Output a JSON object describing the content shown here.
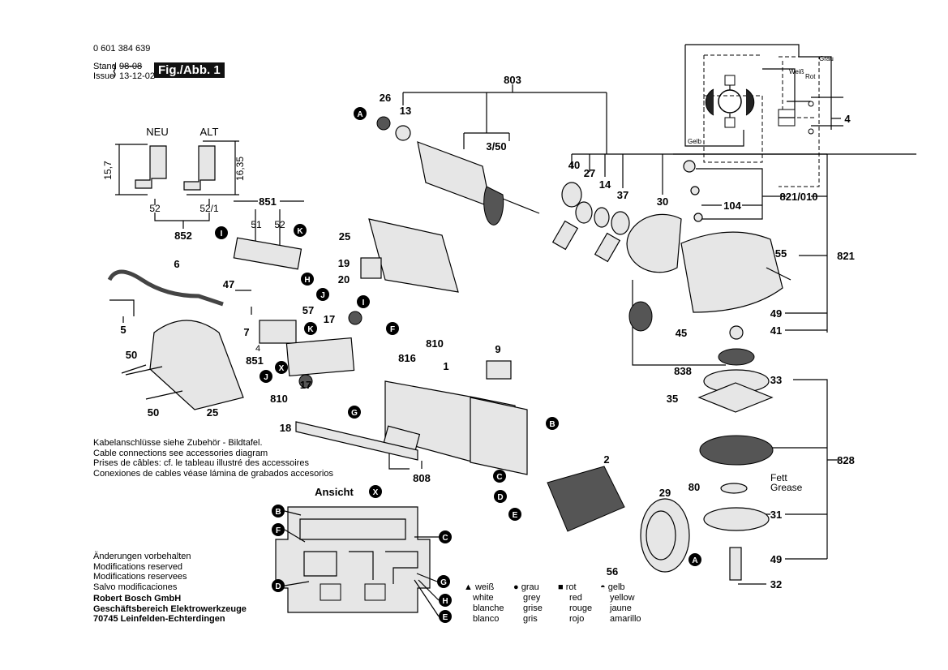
{
  "header": {
    "part_number": "0 601 384 639",
    "stand_label": "Stand",
    "stand_value": "98-08",
    "issue_label": "Issue",
    "issue_value": "13-12-02",
    "figure": "Fig./Abb. 1"
  },
  "inset": {
    "neu": "NEU",
    "alt": "ALT",
    "dim1": "15,7",
    "dim2": "16,35",
    "p52": "52",
    "p52_1": "52/1",
    "p852": "852"
  },
  "wiring": {
    "grau": "Grau",
    "weiss": "Weiß",
    "rot": "Rot",
    "gelb": "Gelb",
    "p4": "4"
  },
  "parts": {
    "p803": "803",
    "p26": "26",
    "p13": "13",
    "p3_50": "3/50",
    "p40": "40",
    "p27": "27",
    "p14": "14",
    "p37": "37",
    "p30": "30",
    "p821_010": "821/010",
    "p104": "104",
    "p821": "821",
    "p55": "55",
    "p49a": "49",
    "p41": "41",
    "p45": "45",
    "p838": "838",
    "p33": "33",
    "p35": "35",
    "p828": "828",
    "p80": "80",
    "p31": "31",
    "p49b": "49",
    "p32": "32",
    "p29": "29",
    "p2": "2",
    "p56": "56",
    "p9": "9",
    "p1": "1",
    "p808": "808",
    "p810a": "810",
    "p816": "816",
    "p17a": "17",
    "p17b": "17",
    "p810b": "810",
    "p18": "18",
    "p25a": "25",
    "p19": "19",
    "p20": "20",
    "p851a": "851",
    "p51": "51",
    "p52": "52",
    "p57": "57",
    "p47": "47",
    "p7": "7",
    "p4": "4",
    "p851b": "851",
    "p6": "6",
    "p5": "5",
    "p50a": "50",
    "p50b": "50",
    "p25b": "25",
    "fett": "Fett",
    "grease": "Grease"
  },
  "markers": {
    "A1": "A",
    "K1": "K",
    "I1": "I",
    "H1": "H",
    "J1": "J",
    "I2": "I",
    "F1": "F",
    "K2": "K",
    "X1": "X",
    "J2": "J",
    "G1": "G",
    "B1": "B",
    "C1": "C",
    "D1": "D",
    "E1": "E",
    "A2": "A",
    "B2": "B",
    "F2": "F",
    "C2": "C",
    "D2": "D",
    "G2": "G",
    "H2": "H",
    "E2": "E",
    "X2": "X"
  },
  "view": {
    "title": "Ansicht"
  },
  "notes": {
    "cable": [
      "Kabelanschlüsse siehe Zubehör - Bildtafel.",
      "Cable connections see accessories diagram",
      "Prises de câbles: cf. le tableau illustré des accessoires",
      "Conexiones de cables véase lámina de grabados accesorios"
    ],
    "modifications": [
      "Änderungen vorbehalten",
      "Modifications reserved",
      "Modifications reservees",
      "Salvo modificaciones"
    ],
    "company": [
      "Robert Bosch GmbH",
      "Geschäftsbereich Elektrowerkzeuge",
      "70745 Leinfelden-Echterdingen"
    ]
  },
  "legend": [
    {
      "symbol": "triangle",
      "de": "weiß",
      "en": "white",
      "fr": "blanche",
      "es": "blanco"
    },
    {
      "symbol": "circle",
      "de": "grau",
      "en": "grey",
      "fr": "grise",
      "es": "gris"
    },
    {
      "symbol": "square",
      "de": "rot",
      "en": "red",
      "fr": "rouge",
      "es": "rojo"
    },
    {
      "symbol": "half-circle",
      "de": "gelb",
      "en": "yellow",
      "fr": "jaune",
      "es": "amarillo"
    }
  ]
}
